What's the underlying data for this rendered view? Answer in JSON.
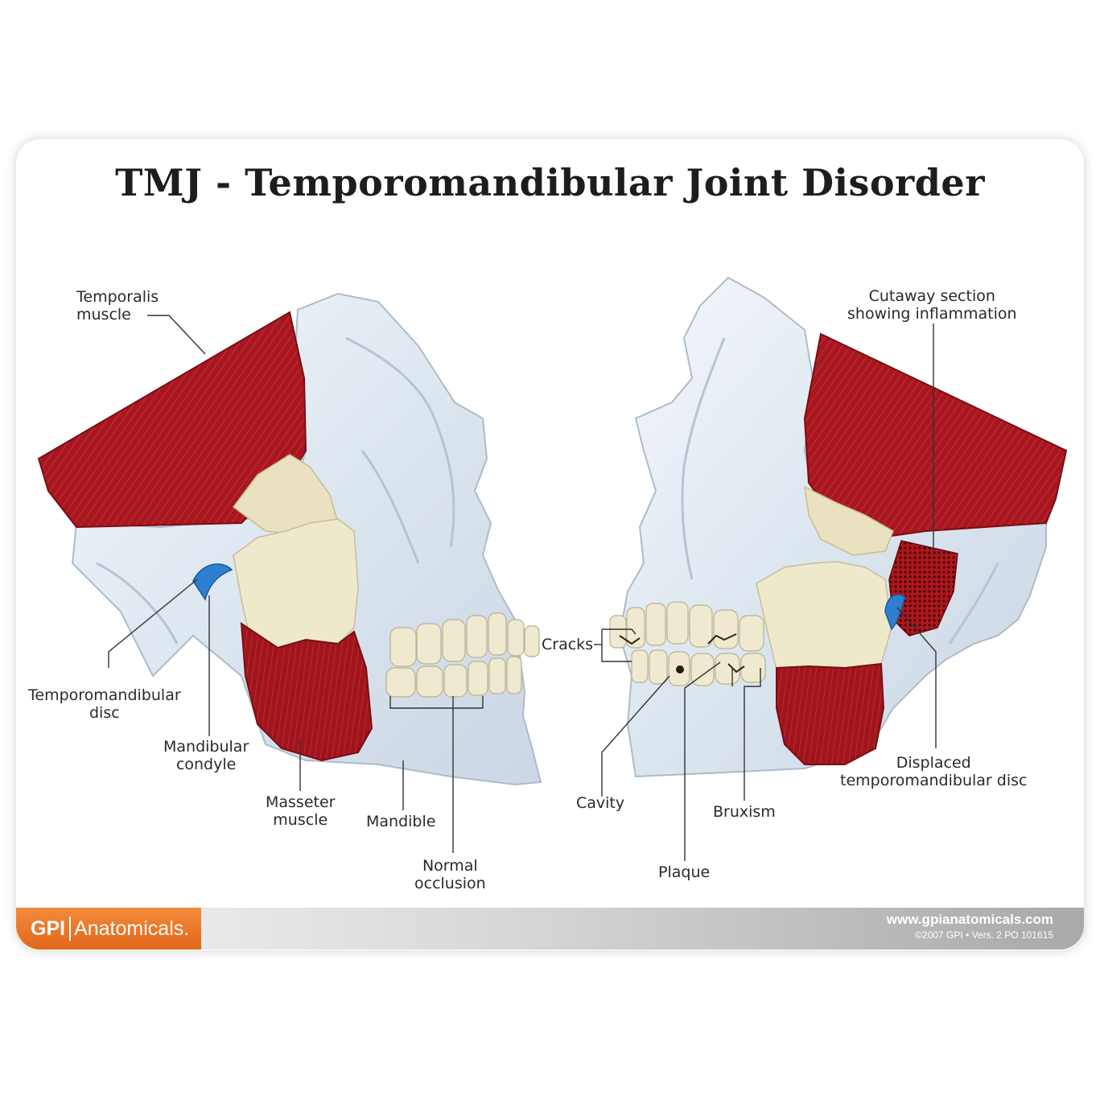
{
  "title": "TMJ - Temporomandibular Joint Disorder",
  "labels": {
    "temporalis": [
      "Temporalis",
      "muscle"
    ],
    "tm_disc": [
      "Temporomandibular",
      "disc"
    ],
    "mandibular_condyle": [
      "Mandibular",
      "condyle"
    ],
    "masseter": [
      "Masseter",
      "muscle"
    ],
    "mandible": "Mandible",
    "normal_occlusion": [
      "Normal",
      "occlusion"
    ],
    "cracks": "Cracks",
    "cavity": "Cavity",
    "plaque": "Plaque",
    "bruxism": "Bruxism",
    "cutaway": [
      "Cutaway section",
      "showing inflammation"
    ],
    "displaced_disc": [
      "Displaced",
      "temporomandibular disc"
    ]
  },
  "footer": {
    "brand_a": "GPI",
    "brand_b": "Anatomicals.",
    "website": "www.gpianatomicals.com",
    "copyright": "©2007 GPI • Vers. 2 PO 101615"
  },
  "colors": {
    "muscle": "#a8171f",
    "muscle_dark": "#7a0d14",
    "bone_clear": "#dfe8f2",
    "teeth": "#eee9cf",
    "disc_blue": "#2e7fd0",
    "brand_orange": "#e8722a"
  }
}
